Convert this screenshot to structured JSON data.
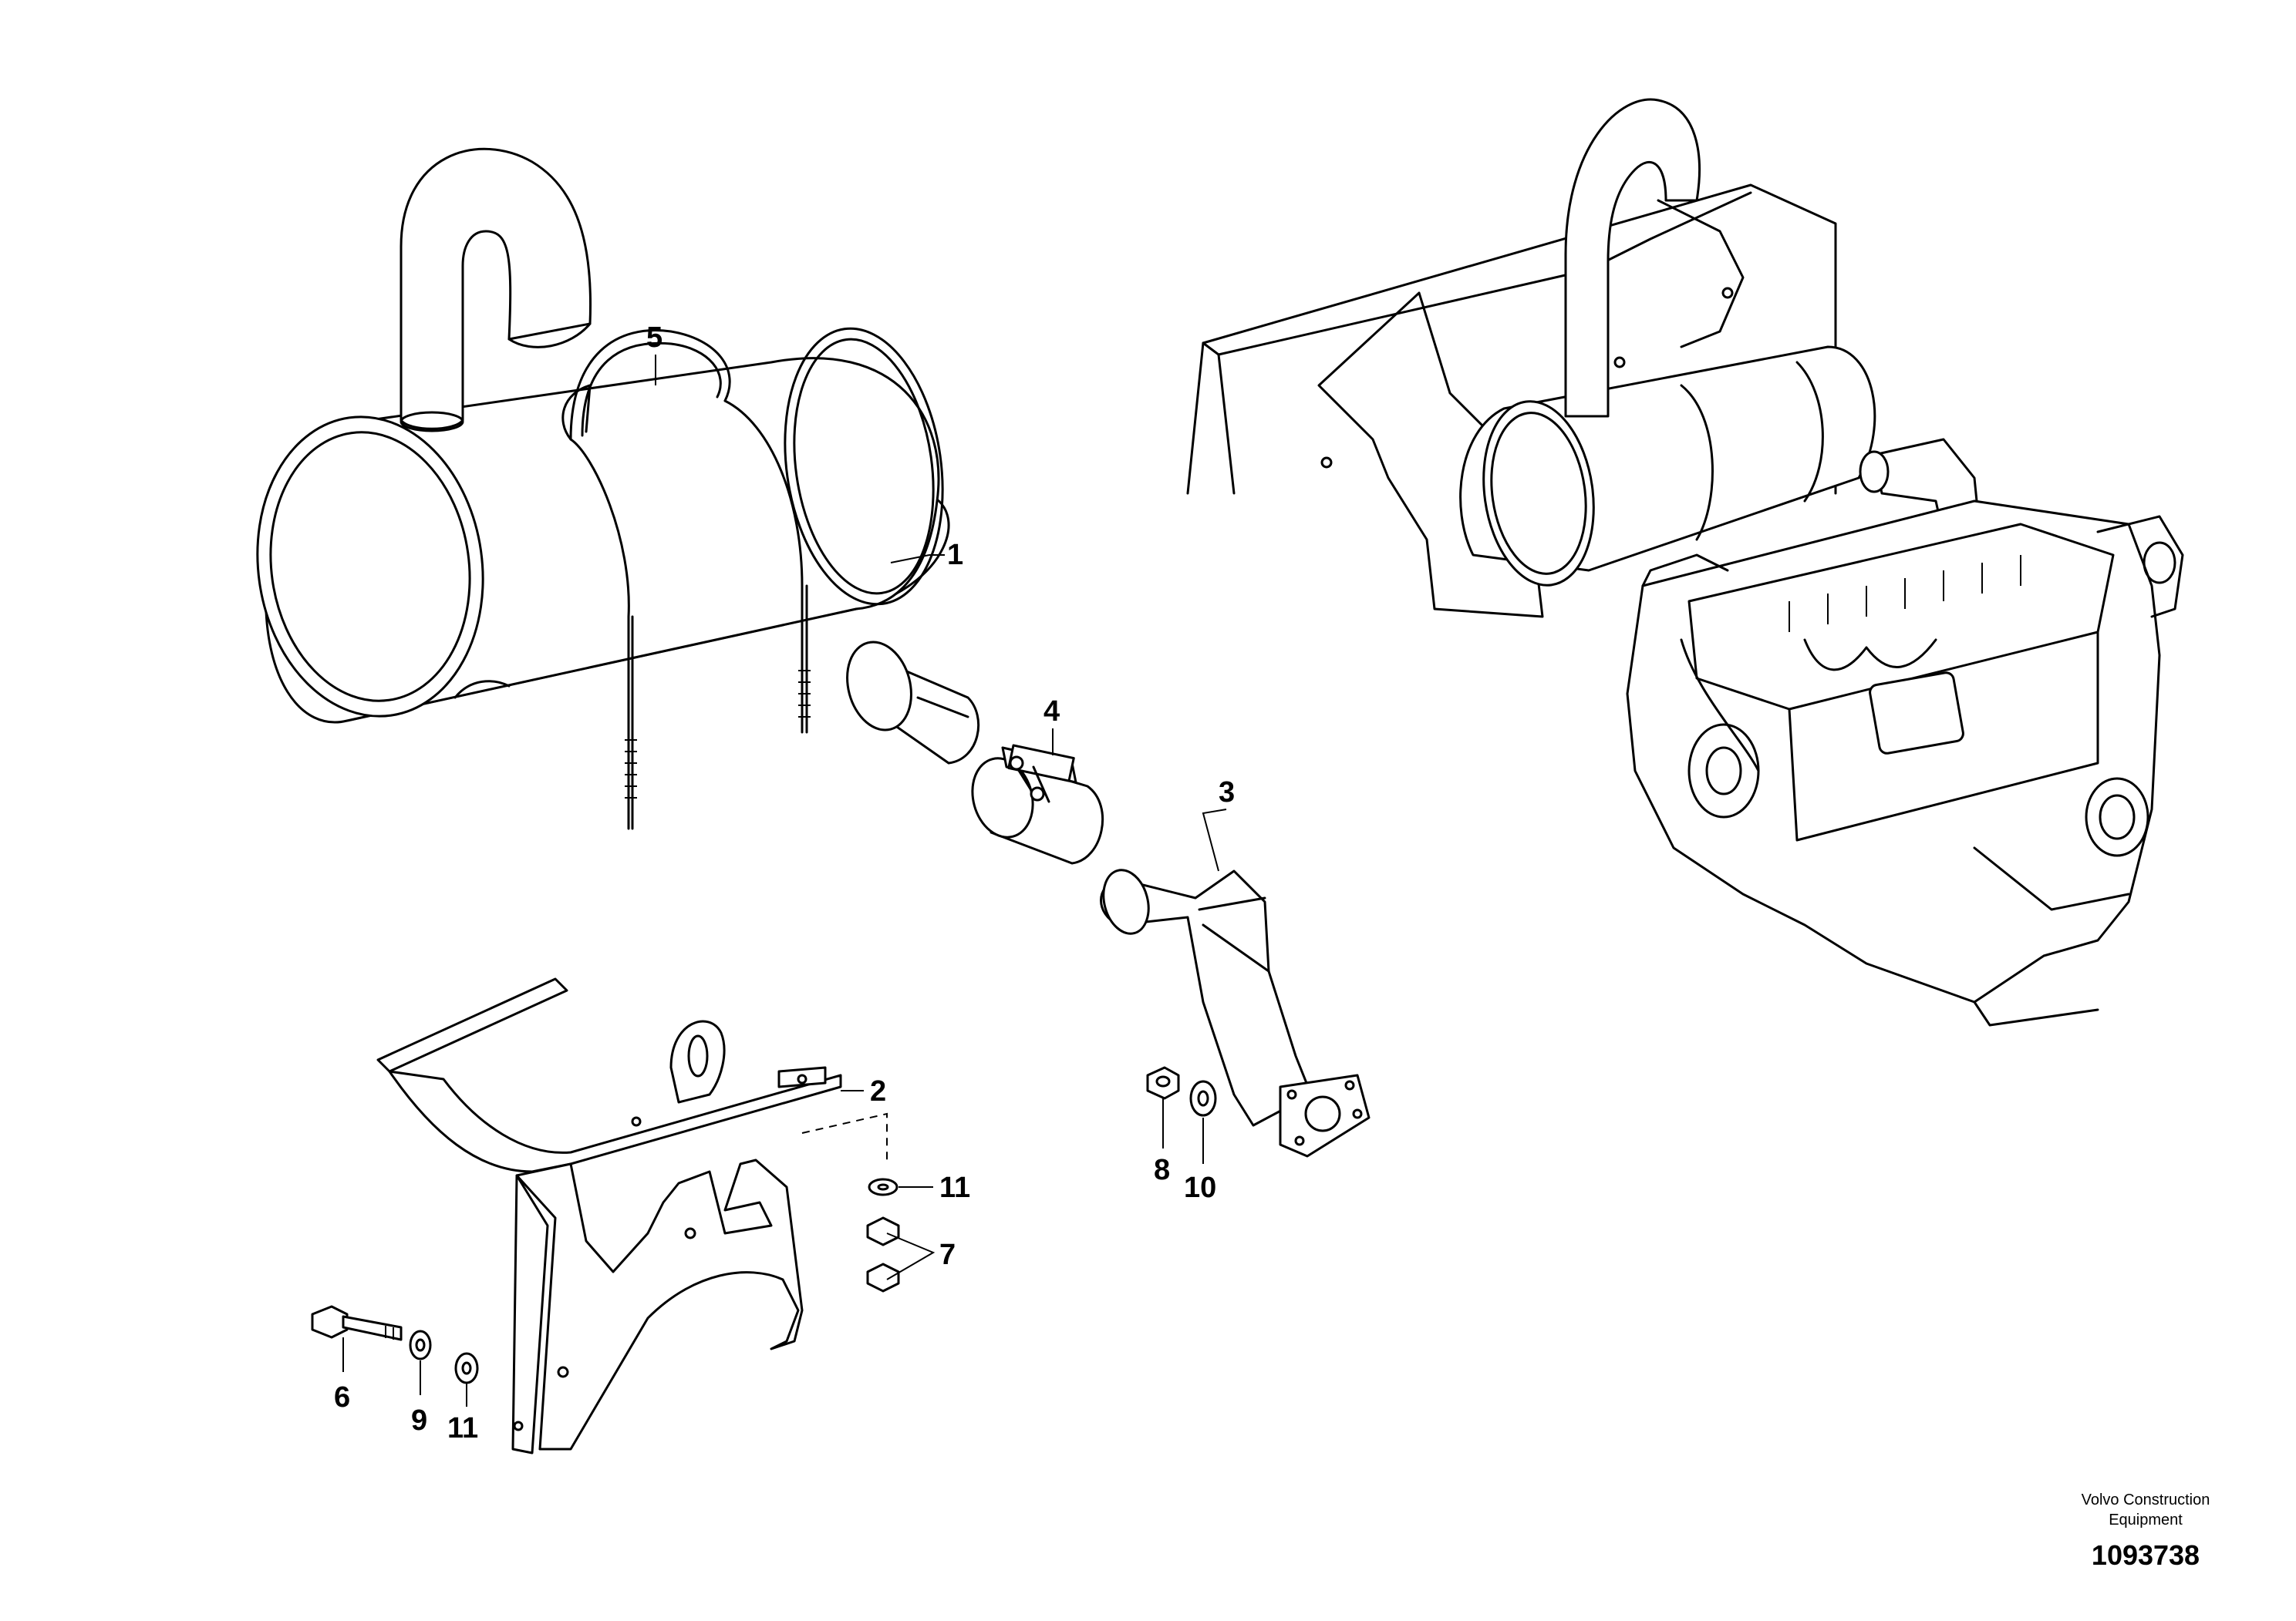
{
  "callouts": [
    {
      "id": "1",
      "text": "1"
    },
    {
      "id": "2",
      "text": "2"
    },
    {
      "id": "3",
      "text": "3"
    },
    {
      "id": "4",
      "text": "4"
    },
    {
      "id": "5",
      "text": "5"
    },
    {
      "id": "6",
      "text": "6"
    },
    {
      "id": "7",
      "text": "7"
    },
    {
      "id": "8",
      "text": "8"
    },
    {
      "id": "9",
      "text": "9"
    },
    {
      "id": "10",
      "text": "10"
    },
    {
      "id": "11a",
      "text": "11"
    },
    {
      "id": "11b",
      "text": "11"
    }
  ],
  "brand": {
    "line1": "Volvo Construction",
    "line2": "Equipment"
  },
  "drawing_number": "1093738"
}
